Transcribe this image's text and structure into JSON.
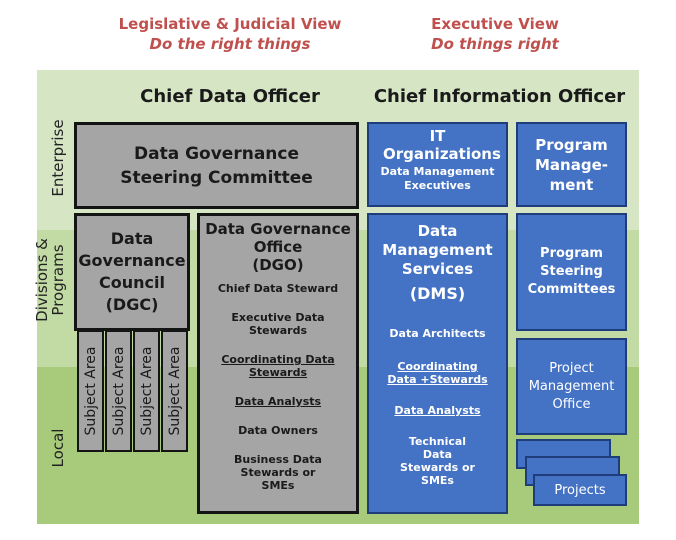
{
  "headers": {
    "left_title": "Legislative & Judicial View",
    "left_subtitle": "Do the right things",
    "right_title": "Executive View",
    "right_subtitle": "Do things right"
  },
  "columns": {
    "cdo": "Chief Data Officer",
    "cio": "Chief Information Officer"
  },
  "rows": {
    "enterprise": "Enterprise",
    "divisions": "Divisions & Programs",
    "local": "Local"
  },
  "steering": "Data Governance Steering Committee",
  "dgc": "Data Governance Council (DGC)",
  "subject_areas": [
    "Subject Area",
    "Subject Area",
    "Subject Area",
    "Subject Area"
  ],
  "dgo": {
    "title": "Data Governance Office",
    "abbr": "(DGO)",
    "items": [
      "Chief Data Steward",
      "Executive Data Stewards",
      "Coordinating Data Stewards",
      "Data Analysts",
      "Data Owners",
      "Business Data Stewards or SMEs"
    ]
  },
  "it_orgs": {
    "title": "IT Organizations",
    "sub": "Data Management Executives"
  },
  "program_mgmt": "Program Manage-ment",
  "dms": {
    "title": "Data Management Services",
    "abbr": "(DMS)",
    "items": [
      "Data Architects",
      "Coordinating Data +Stewards",
      "Data Analysts",
      "Technical Data Stewards or SMEs"
    ]
  },
  "program_steering": "Program Steering Committees",
  "pmo": "Project Management Office",
  "projects": "Projects",
  "colors": {
    "header_red": "#c0504d",
    "gray_box": "#a5a5a5",
    "blue_box": "#4472c4",
    "band_light": "#d6e6c4",
    "band_mid": "#c2dba4",
    "band_dark": "#a7cb7b"
  }
}
